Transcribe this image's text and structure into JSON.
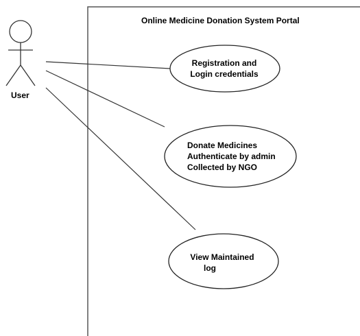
{
  "system": {
    "title": "Online Medicine Donation System Portal"
  },
  "actor": {
    "name": "User"
  },
  "use_cases": [
    {
      "lines": [
        "Registration and",
        "Login credentials"
      ]
    },
    {
      "lines": [
        "Donate Medicines",
        "Authenticate by admin",
        "Collected by NGO"
      ]
    },
    {
      "lines": [
        "View Maintained",
        "log"
      ]
    }
  ],
  "colors": {
    "stroke": "#000000",
    "fill": "#ffffff",
    "text": "#000000"
  }
}
